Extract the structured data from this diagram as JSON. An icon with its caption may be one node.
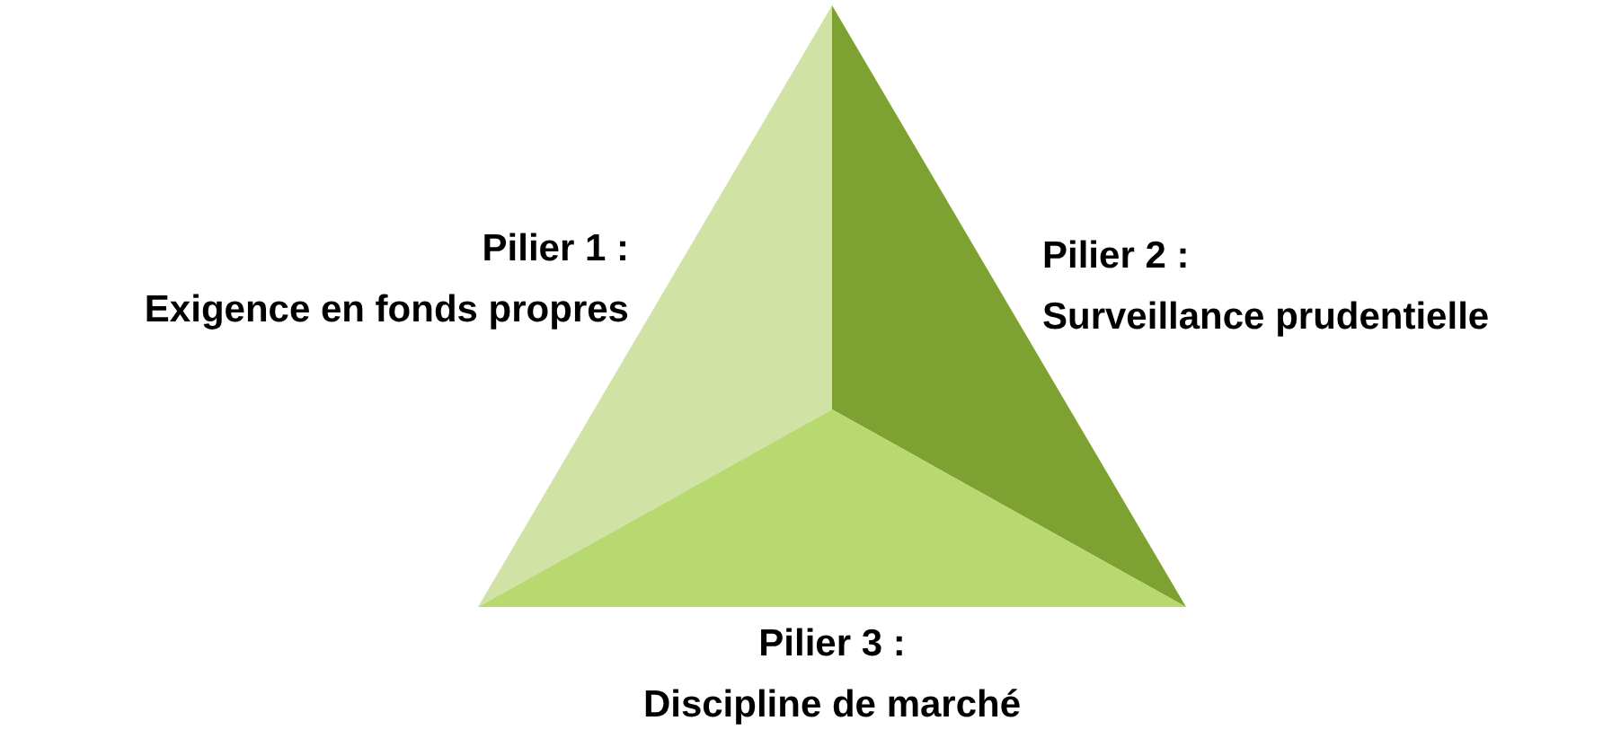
{
  "diagram": {
    "nodes": [
      {
        "text": [
          "Pilier 1 :",
          "Exigence en fonds propres"
        ]
      },
      {
        "text": [
          "Pilier 2 :",
          "Surveillance prudentielle"
        ]
      },
      {
        "text": [
          "Pilier 3 :",
          "Discipline de marché"
        ]
      }
    ]
  }
}
